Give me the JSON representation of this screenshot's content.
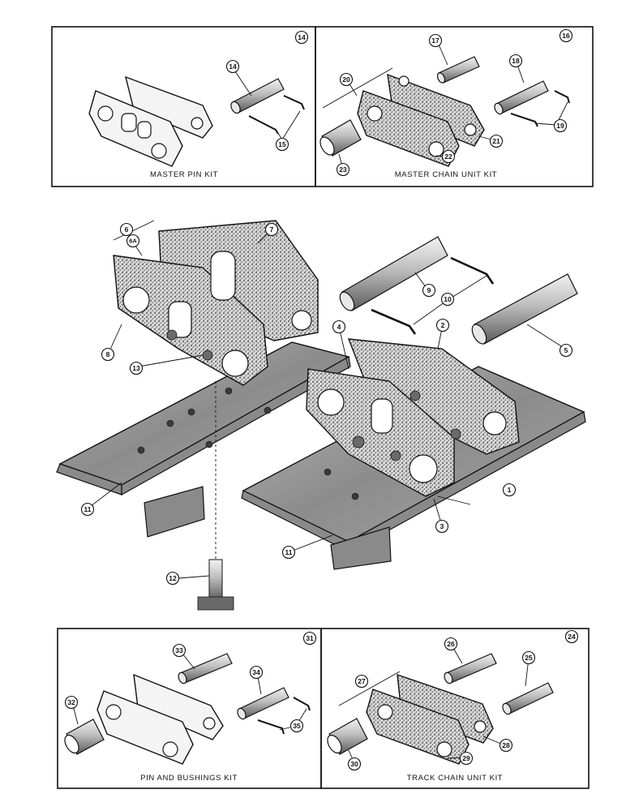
{
  "kits": {
    "master_pin": {
      "label": "MASTER PIN KIT",
      "number": "14"
    },
    "master_chain_unit": {
      "label": "MASTER CHAIN UNIT KIT",
      "number": "16"
    },
    "pin_and_bushings": {
      "label": "PIN AND BUSHINGS KIT",
      "number": "31"
    },
    "track_chain_unit": {
      "label": "TRACK CHAIN UNIT KIT",
      "number": "24"
    }
  },
  "callouts": {
    "c14a": "14",
    "c14b": "14",
    "c15": "15",
    "c16": "16",
    "c17": "17",
    "c18": "18",
    "c19": "19",
    "c20": "20",
    "c21": "21",
    "c22": "22",
    "c23": "23",
    "c1": "1",
    "c2": "2",
    "c3": "3",
    "c4": "4",
    "c5": "5",
    "c6": "6",
    "c6a": "6A",
    "c7": "7",
    "c8": "8",
    "c9": "9",
    "c10": "10",
    "c11a": "11",
    "c11b": "11",
    "c12": "12",
    "c13": "13",
    "c24": "24",
    "c25": "25",
    "c26": "26",
    "c27": "27",
    "c28": "28",
    "c29": "29",
    "c30": "30",
    "c31": "31",
    "c32": "32",
    "c33": "33",
    "c34": "34",
    "c35": "35"
  }
}
